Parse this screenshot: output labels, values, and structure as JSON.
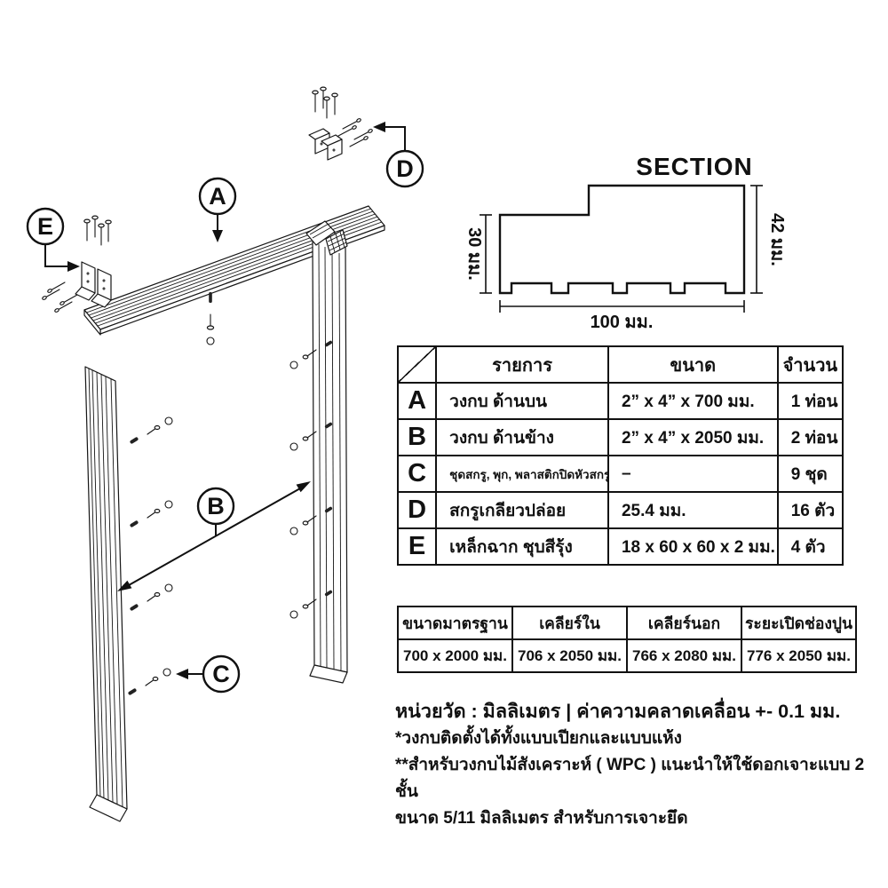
{
  "page": {
    "background": "#ffffff",
    "line_color": "#111111"
  },
  "diagram": {
    "labels": {
      "a": "A",
      "b": "B",
      "c": "C",
      "d": "D",
      "e": "E"
    }
  },
  "section": {
    "title": "SECTION",
    "dim_left": "30 มม.",
    "dim_right": "42 มม.",
    "dim_bottom": "100 มม."
  },
  "parts_table": {
    "headers": {
      "item": "รายการ",
      "size": "ขนาด",
      "qty": "จำนวน"
    },
    "rows": [
      {
        "key": "A",
        "name": "วงกบ ด้านบน",
        "size": "2” x 4” x 700 มม.",
        "qty": "1 ท่อน"
      },
      {
        "key": "B",
        "name": "วงกบ ด้านข้าง",
        "size": "2” x 4” x 2050 มม.",
        "qty": "2 ท่อน"
      },
      {
        "key": "C",
        "name": "ชุดสกรู, พุก, พลาสติกปิดหัวสกรู",
        "size": "–",
        "qty": "9 ชุด"
      },
      {
        "key": "D",
        "name": "สกรูเกลียวปล่อย",
        "size": "25.4 มม.",
        "qty": "16 ตัว"
      },
      {
        "key": "E",
        "name": "เหล็กฉาก ชุบสีรุ้ง",
        "size": "18 x 60 x 60 x 2 มม.",
        "qty": "4 ตัว"
      }
    ]
  },
  "dims_table": {
    "headers": [
      "ขนาดมาตรฐาน",
      "เคลียร์ใน",
      "เคลียร์นอก",
      "ระยะเปิดช่องปูน"
    ],
    "values": [
      "700 x 2000 มม.",
      "706 x 2050 มม.",
      "766 x 2080 มม.",
      "776 x 2050 มม."
    ]
  },
  "notes": {
    "line1": "หน่วยวัด : มิลลิเมตร | ค่าความคลาดเคลื่อน +- 0.1 มม.",
    "line2": "*วงกบติดตั้งได้ทั้งแบบเปียกและแบบแห้ง",
    "line3": "**สำหรับวงกบไม้สังเคราะห์ ( WPC ) แนะนำให้ใช้ดอกเจาะแบบ 2 ชั้น",
    "line4": "ขนาด 5/11 มิลลิเมตร สำหรับการเจาะยึด"
  }
}
